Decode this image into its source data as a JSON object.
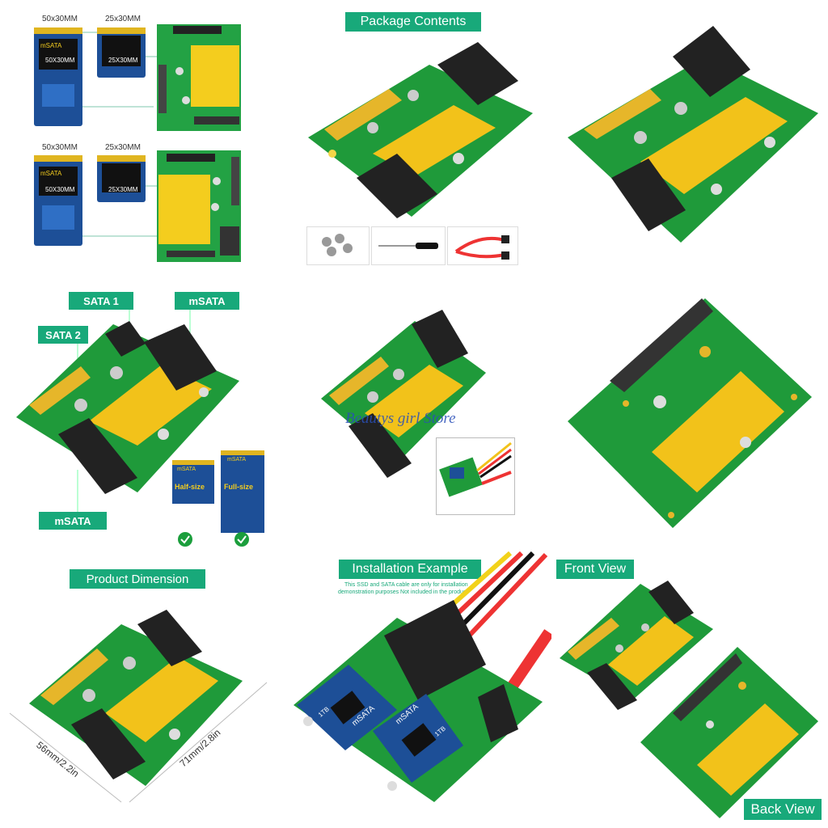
{
  "tile1": {
    "top_row_labels": [
      "50x30MM",
      "25x30MM"
    ],
    "bottom_row_labels": [
      "50x30MM",
      "25x30MM"
    ],
    "card_text_full": "mSATA",
    "card_size_full": "50X30MM",
    "card_size_half": "25X30MM"
  },
  "tile2": {
    "title": "Package Contents"
  },
  "tile4": {
    "sata1": "SATA 1",
    "sata2": "SATA 2",
    "msata_top": "mSATA",
    "msata_bottom": "mSATA",
    "half_size": "Half-size",
    "full_size": "Full-size",
    "card_label": "mSATA"
  },
  "tile5": {
    "watermark": "Beautys girl Store"
  },
  "tile7": {
    "title": "Product Dimension",
    "dim_short": "56mm/2.2in",
    "dim_long": "71mm/2.8in"
  },
  "tile8": {
    "title": "Installation Example",
    "note_line1": "This SSD and SATA cable are only for installation",
    "note_line2": "demonstration purposes  Not included in the product",
    "ssd_label_1": "mSATA",
    "ssd_label_2": "mSATA",
    "ssd_cap_1": "1TB",
    "ssd_cap_2": "1TB"
  },
  "tile9": {
    "front": "Front View",
    "back": "Back View"
  },
  "colors": {
    "green_label": "#18a97a",
    "pcb": "#1f9a3a",
    "gold": "#f2c21a",
    "card_blue": "#1d4f97"
  }
}
